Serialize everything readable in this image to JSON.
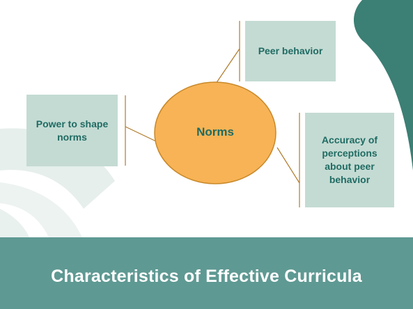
{
  "diagram": {
    "center": {
      "label": "Norms"
    },
    "nodes": [
      {
        "id": "power",
        "label": "Power to shape norms"
      },
      {
        "id": "peer",
        "label": "Peer behavior"
      },
      {
        "id": "accuracy",
        "label": "Accuracy of perceptions about peer behavior"
      }
    ]
  },
  "footer": {
    "title": "Characteristics of Effective Curricula"
  },
  "colors": {
    "box_fill": "#c4dbd3",
    "box_text": "#1f6b63",
    "ellipse_fill": "#f7b355",
    "ellipse_stroke": "#c9892a",
    "connector": "#b07a2a",
    "footer_band": "#5f9993",
    "footer_text": "#ffffff",
    "corner_swoosh": "#3c7f74"
  }
}
